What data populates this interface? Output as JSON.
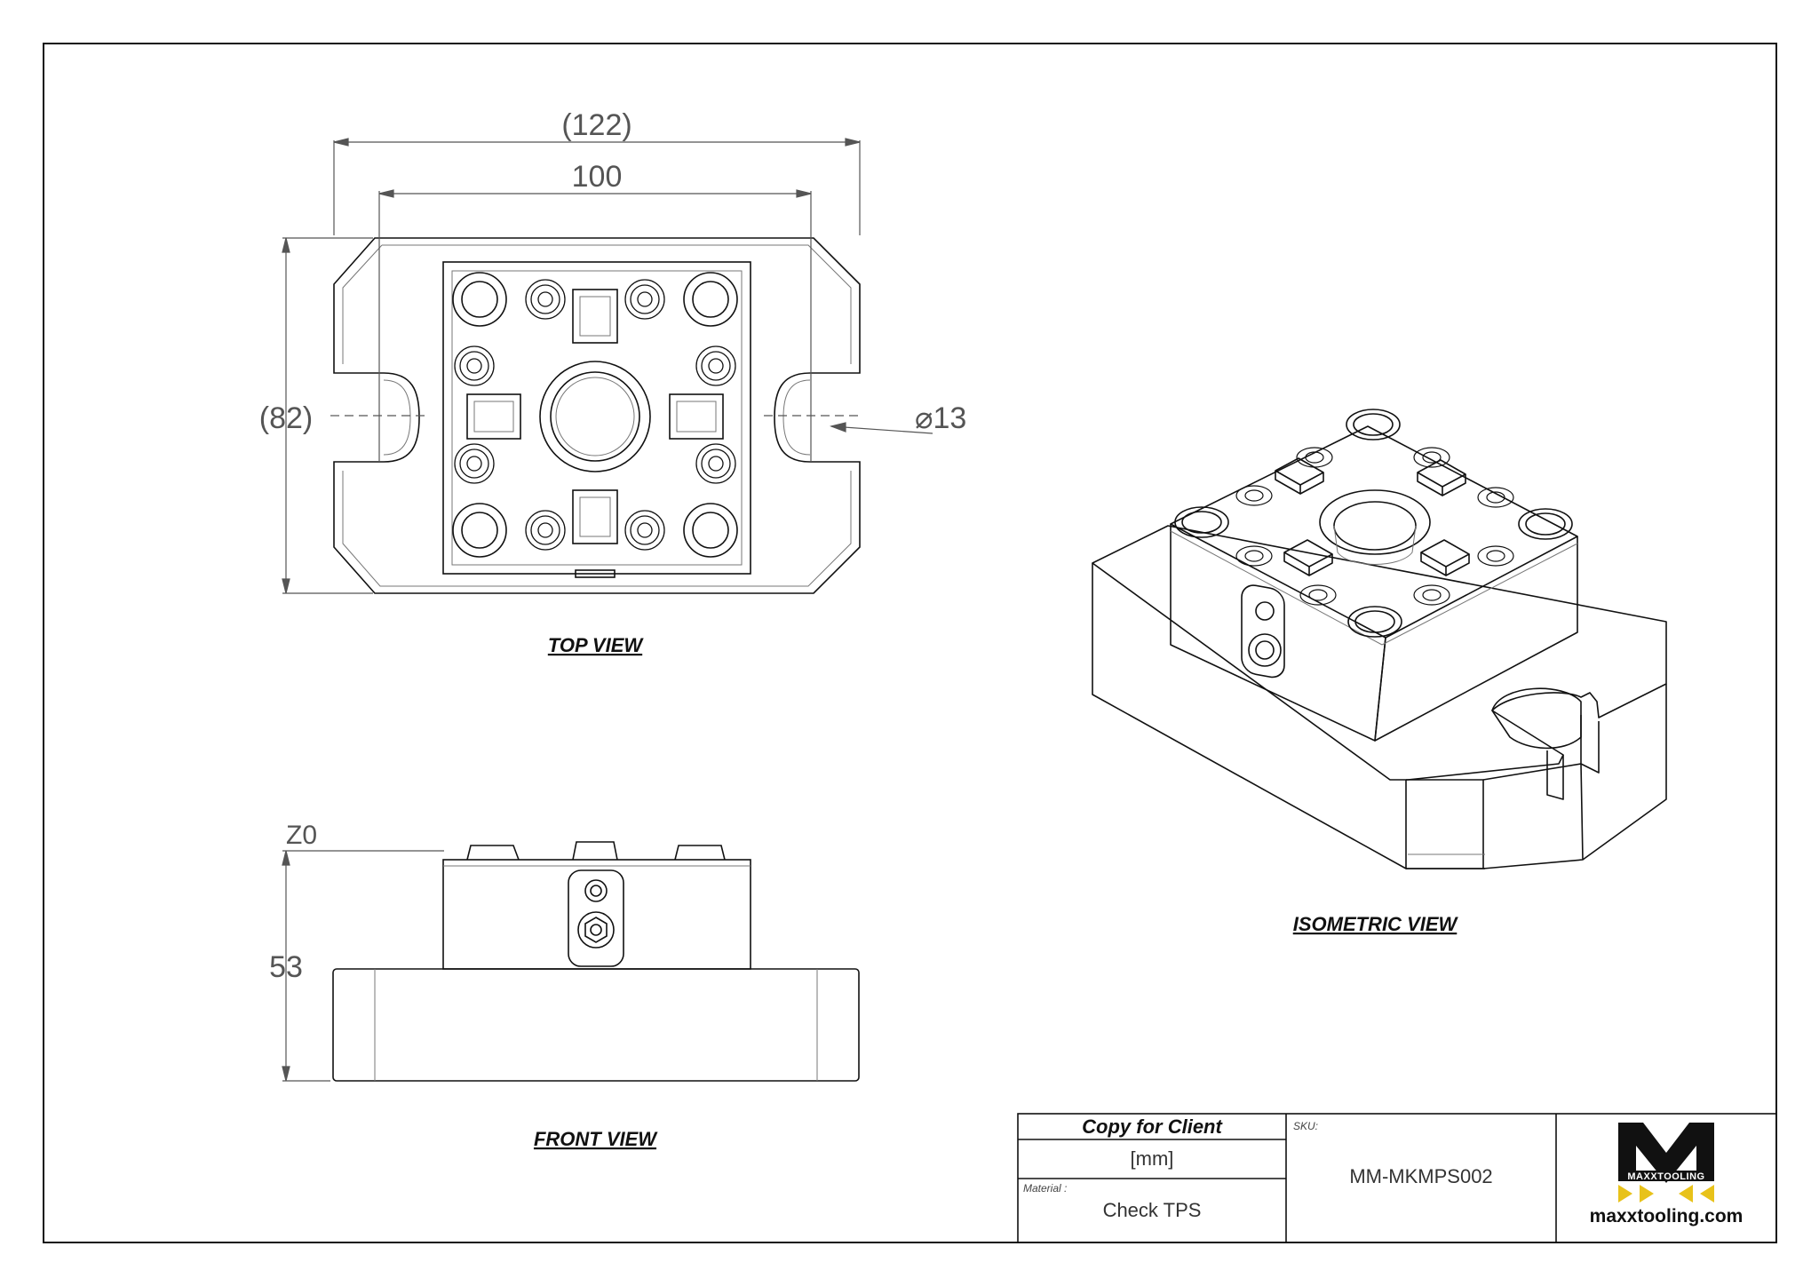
{
  "dimensions": {
    "top_overall_width": "(122)",
    "top_width": "100",
    "top_height": "(82)",
    "slot_diameter": "⌀13",
    "zero_ref": "Z0",
    "front_height": "53"
  },
  "views": {
    "top": "TOP VIEW",
    "isometric": "ISOMETRIC VIEW",
    "front": "FRONT VIEW"
  },
  "title_block": {
    "copy_label": "Copy for Client",
    "units": "[mm]",
    "material_caption": "Material :",
    "material_value": "Check TPS",
    "sku_caption": "SKU:",
    "sku_value": "MM-MKMPS002",
    "logo_text": "MAXXTOOLING",
    "website": "maxxtooling.com"
  },
  "colors": {
    "line": "#111111",
    "dim_line": "#555555",
    "logo_yellow": "#e8c21a"
  }
}
